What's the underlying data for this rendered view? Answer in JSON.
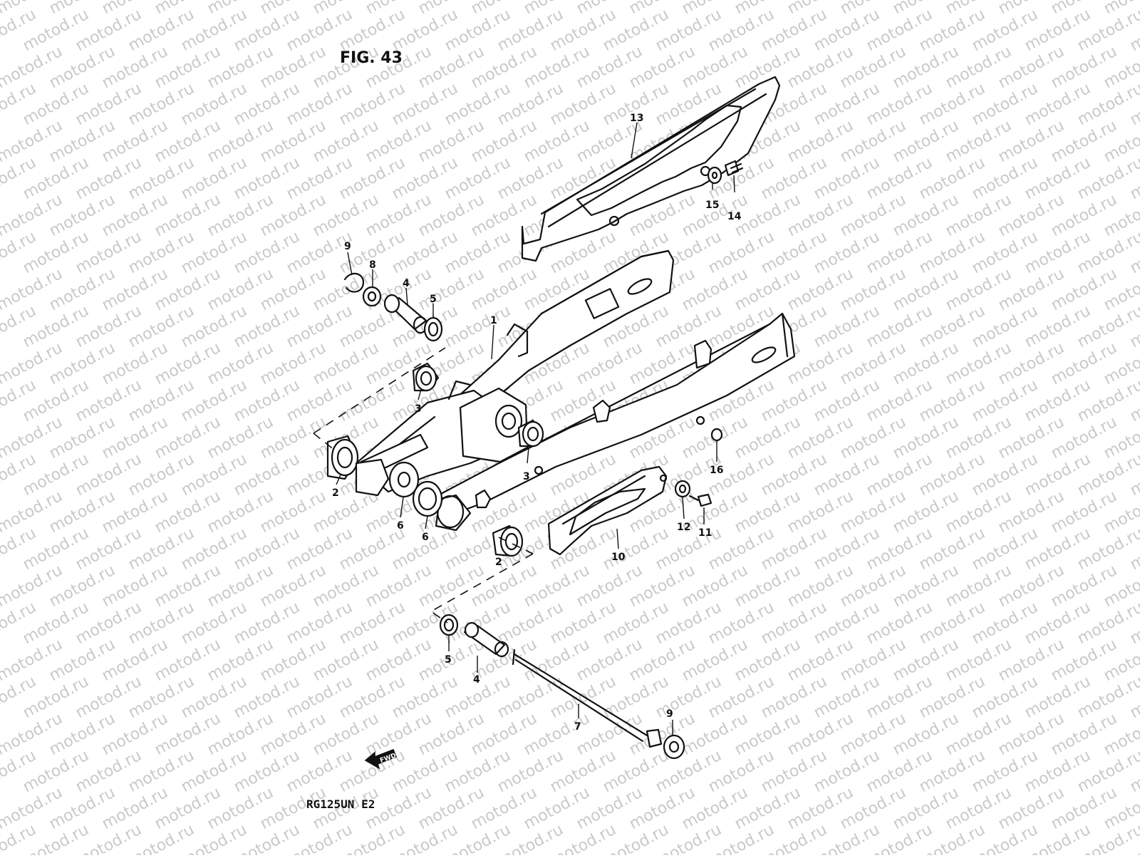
{
  "figure_title": "FIG. 43",
  "model_code": "RG125UN  E2",
  "fwd_label": "FWD",
  "watermark_text": "motod.ru",
  "callouts": [
    "13",
    "15",
    "14",
    "9",
    "8",
    "4",
    "5",
    "1",
    "3",
    "3",
    "16",
    "2",
    "6",
    "6",
    "12",
    "11",
    "10",
    "2",
    "5",
    "4",
    "7",
    "9"
  ]
}
